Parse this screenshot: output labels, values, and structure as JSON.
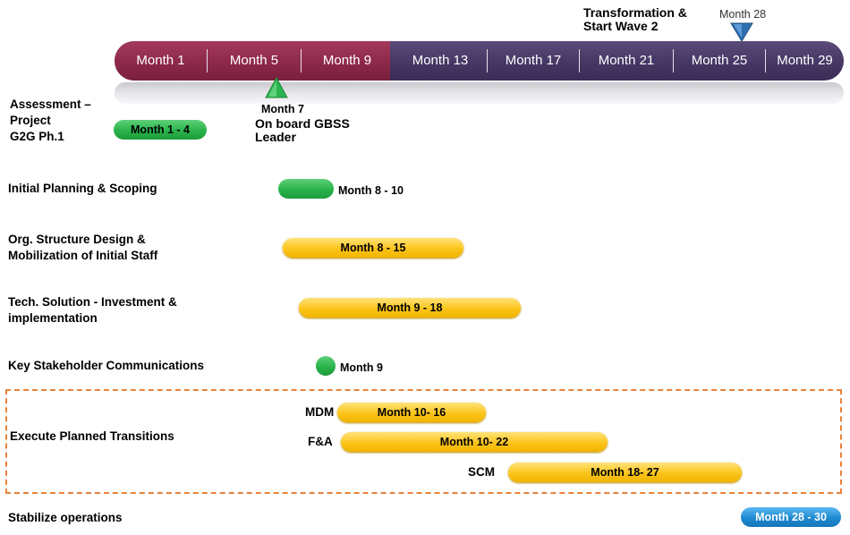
{
  "timeline": {
    "months": [
      "Month 1",
      "Month 5",
      "Month 9",
      "Month 13",
      "Month 17",
      "Month 21",
      "Month 25",
      "Month 29"
    ]
  },
  "milestones": {
    "top_label_line1": "Transformation &",
    "top_label_line2": "Start Wave 2",
    "top_month": "Month 28",
    "bottom_month": "Month 7",
    "bottom_label_line1": "On board GBSS",
    "bottom_label_line2": "Leader"
  },
  "rows": {
    "assessment": {
      "label_line1": "Assessment –",
      "label_line2": "Project",
      "label_line3": "G2G Ph.1",
      "bar": "Month 1 - 4"
    },
    "planning": {
      "label": "Initial Planning & Scoping",
      "bar_text": "Month 8 - 10"
    },
    "org": {
      "label_line1": "Org. Structure Design &",
      "label_line2": "Mobilization of Initial Staff",
      "bar": "Month 8 - 15"
    },
    "tech": {
      "label_line1": "Tech. Solution - Investment &",
      "label_line2": "implementation",
      "bar": "Month 9 - 18"
    },
    "comms": {
      "label": "Key Stakeholder Communications",
      "bar_text": "Month 9"
    },
    "transitions": {
      "label": "Execute Planned Transitions",
      "mdm_label": "MDM",
      "mdm_bar": "Month 10- 16",
      "fa_label": "F&A",
      "fa_bar": "Month 10- 22",
      "scm_label": "SCM",
      "scm_bar": "Month 18- 27"
    },
    "stabilize": {
      "label": "Stabilize operations",
      "bar": "Month 28 - 30"
    }
  },
  "colors": {
    "timeline_red": "#8b2748",
    "timeline_purple": "#463764",
    "green": "#29b34a",
    "yellow": "#fcc51b",
    "blue": "#1f8ad1",
    "dash": "#e8823a"
  }
}
